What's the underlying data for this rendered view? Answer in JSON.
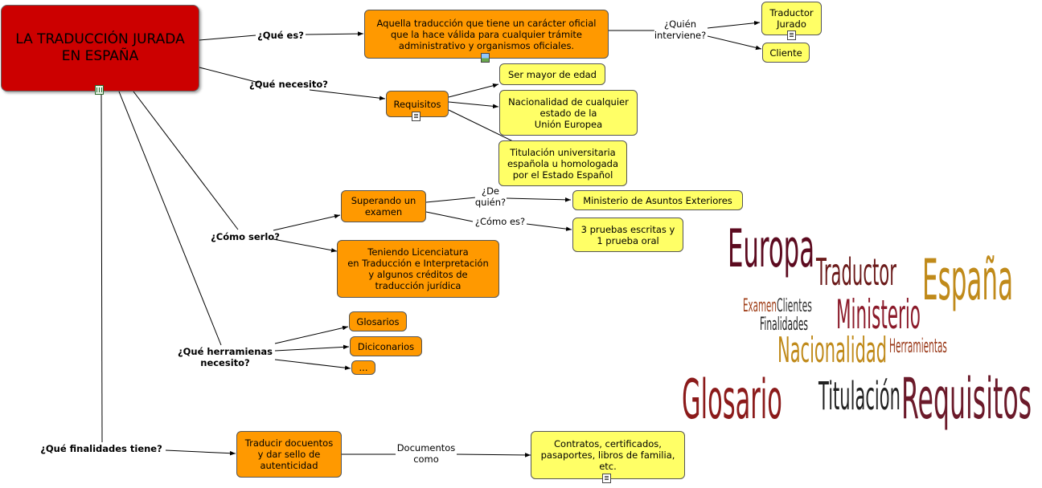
{
  "root": {
    "title": "LA TRADUCCIÓN JURADA\nEN ESPAÑA"
  },
  "questions": {
    "que_es": "¿Qué es?",
    "que_necesito": "¿Qué necesito?",
    "como_serlo": "¿Cómo serlo?",
    "herramientas": "¿Qué herramienas\nnecesito?",
    "finalidades": "¿Qué finalidades tiene?"
  },
  "nodes": {
    "definicion": "Aquella traducción que tiene un carácter oficial\nque la hace válida para cualquier trámite\nadministrativo y organismos oficiales.",
    "traductor_jurado": "Traductor\nJurado",
    "cliente": "Cliente",
    "requisitos": "Requisitos",
    "mayor_edad": "Ser mayor de edad",
    "nacionalidad": "Nacionalidad de cualquier\nestado de la\nUnión Europea",
    "titulacion": "Titulación universitaria\nespañola u homologada\npor el Estado Español",
    "examen": "Superando un\nexamen",
    "ministerio": "Ministerio de Asuntos Exteriores",
    "pruebas": "3 pruebas escritas y\n1 prueba oral",
    "licenciatura": "Teniendo Licenciatura\nen Traducción e Interpretación\ny algunos créditos de\ntraducción jurídica",
    "glosarios": "Glosarios",
    "diccionarios": "Diciconarios",
    "mas": "...",
    "traducir": "Traducir docuentos\ny dar sello de\nautenticidad",
    "documentos": "Contratos, certificados,\npasaportes, libros de familia,\netc."
  },
  "link_labels": {
    "quien_interviene": "¿Quién\ninterviene?",
    "de_quien": "¿De\nquién?",
    "como_es": "¿Cómo es?",
    "documentos_como": "Documentos\ncomo"
  },
  "icons": {
    "root": "film-icon",
    "definicion": "image-icon",
    "traductor_jurado": "document-icon",
    "requisitos": "document-icon",
    "documentos": "document-icon"
  },
  "colors": {
    "root": "#cc0000",
    "concept_primary": "#ff9900",
    "concept_secondary": "#ffff66",
    "cloud_dark": "#5c0a1f",
    "cloud_red": "#8b1a1a",
    "cloud_gold": "#c08a1a",
    "cloud_black": "#222222",
    "cloud_brown": "#8a3a1a"
  },
  "word_cloud": [
    {
      "text": "Europa",
      "color": "#5c0a1f"
    },
    {
      "text": "Traductor",
      "color": "#6b1a1a"
    },
    {
      "text": "España",
      "color": "#c08a1a"
    },
    {
      "text": "Examen",
      "color": "#a0401a"
    },
    {
      "text": "Clientes",
      "color": "#333333"
    },
    {
      "text": "Finalidades",
      "color": "#222222"
    },
    {
      "text": "Ministerio",
      "color": "#8b1a2a"
    },
    {
      "text": "Herramientas",
      "color": "#9a3a1a"
    },
    {
      "text": "Nacionalidad",
      "color": "#c08a1a"
    },
    {
      "text": "Glosario",
      "color": "#8b1a1a"
    },
    {
      "text": "Titulación",
      "color": "#222222"
    },
    {
      "text": "Requisitos",
      "color": "#6b1a2a"
    }
  ]
}
